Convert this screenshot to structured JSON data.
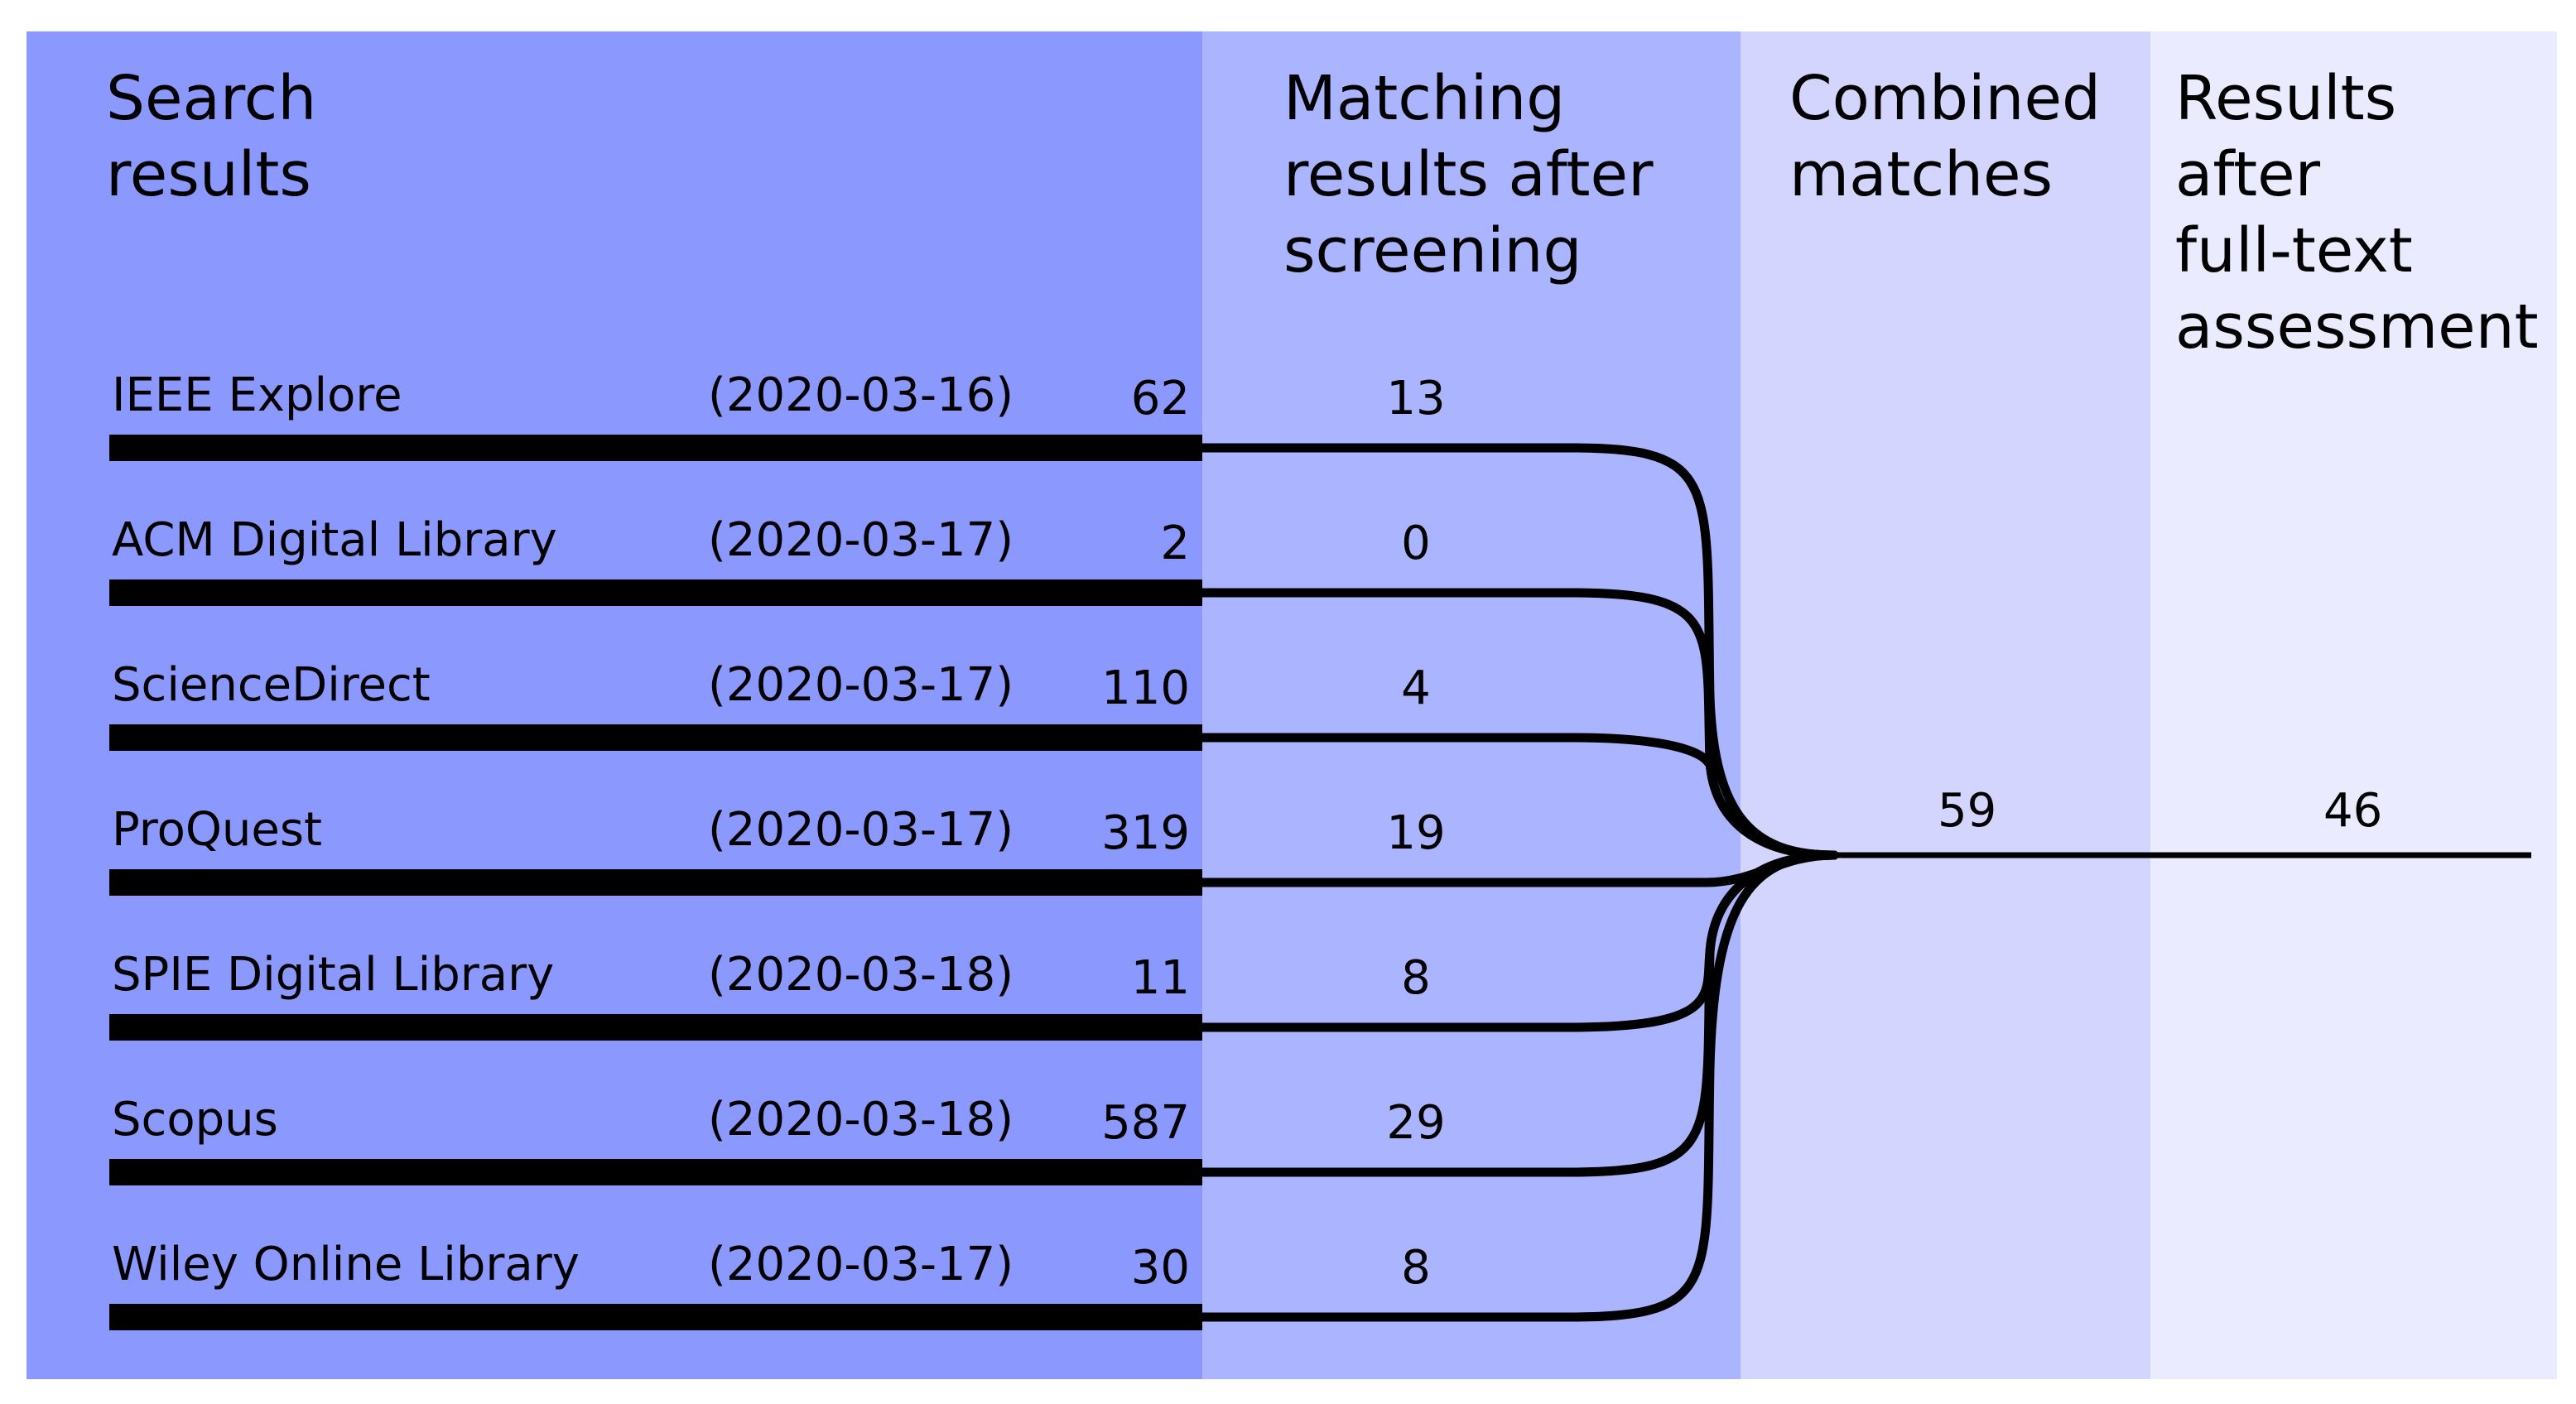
{
  "colors": {
    "search_col": "#8b99ff",
    "screening_col": "#aab4ff",
    "combined_col": "#d3d5ff",
    "fulltext_col": "#eaebfe",
    "line": "#000000"
  },
  "headers": {
    "search": "Search\nresults",
    "screening": "Matching\nresults after\nscreening",
    "combined": "Combined\nmatches",
    "fulltext": "Results\nafter\nfull-text\nassessment"
  },
  "sources": [
    {
      "name": "IEEE Explore",
      "date": "(2020-03-16)",
      "results": 62,
      "screened": 13
    },
    {
      "name": "ACM Digital Library",
      "date": "(2020-03-17)",
      "results": 2,
      "screened": 0
    },
    {
      "name": "ScienceDirect",
      "date": "(2020-03-17)",
      "results": 110,
      "screened": 4
    },
    {
      "name": "ProQuest",
      "date": "(2020-03-17)",
      "results": 319,
      "screened": 19
    },
    {
      "name": "SPIE Digital Library",
      "date": "(2020-03-18)",
      "results": 11,
      "screened": 8
    },
    {
      "name": "Scopus",
      "date": "(2020-03-18)",
      "results": 587,
      "screened": 29
    },
    {
      "name": "Wiley Online Library",
      "date": "(2020-03-17)",
      "results": 30,
      "screened": 8
    }
  ],
  "combined": {
    "value": "59"
  },
  "fulltext": {
    "value": "46"
  }
}
